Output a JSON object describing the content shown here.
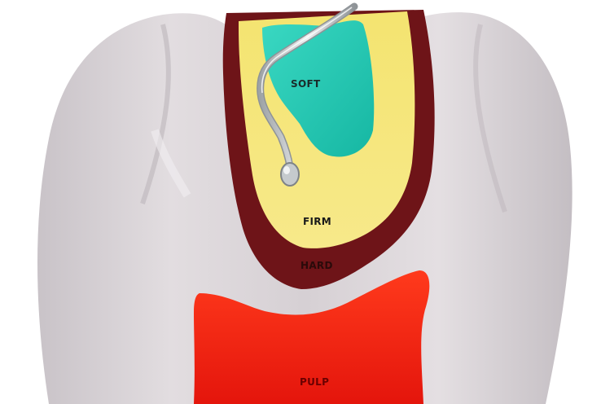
{
  "labels": {
    "soft": "SOFT",
    "firm": "FIRM",
    "hard": "HARD",
    "pulp": "PULP"
  },
  "colors": {
    "enamel": "#d9d3d6",
    "enamel_shadow": "#b9b2b7",
    "hard_layer": "#6e1418",
    "firm_layer": "#f2e27a",
    "soft_layer": "#2ac7b3",
    "pulp": "#f01e10",
    "instrument": "#cfd3d6"
  }
}
